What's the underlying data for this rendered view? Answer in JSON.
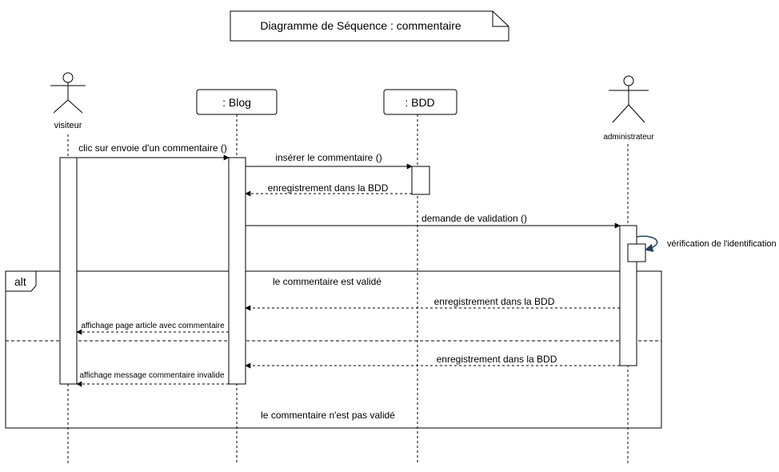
{
  "title": "Diagramme de Séquence : commentaire",
  "participants": {
    "visiteur": "visiteur",
    "blog": ": Blog",
    "bdd": ": BDD",
    "admin": "administrateur"
  },
  "messages": {
    "m1": "clic sur envoie d'un commentaire ()",
    "m2": "insérer le commentaire ()",
    "m3": "enregistrement dans la BDD",
    "m4": "demande de validation ()",
    "self": "vérification de l'identification",
    "m5": "enregistrement dans la BDD",
    "m6": "affichage page article avec commentaire",
    "m7": "enregistrement dans la BDD",
    "m8": "affichage message commentaire invalide"
  },
  "fragment": {
    "operator": "alt",
    "guard1": "le commentaire est validé",
    "guard2": "le commentaire n'est pas validé"
  }
}
